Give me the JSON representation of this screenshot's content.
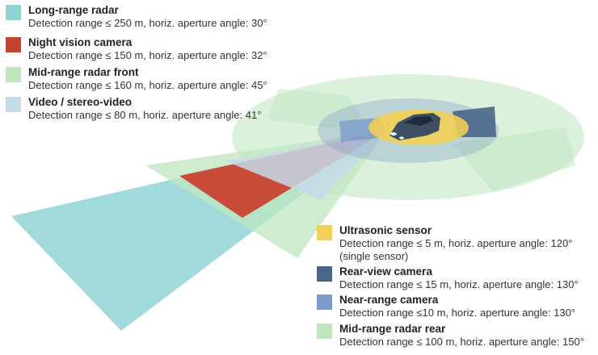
{
  "legend_left": [
    {
      "key": "long_range_radar",
      "title": "Long-range radar",
      "desc": "Detection range ≤ 250 m, horiz. aperture angle: 30°",
      "color": "#8fd3d3"
    },
    {
      "key": "night_vision_camera",
      "title": "Night vision camera",
      "desc": "Detection range ≤ 150 m, horiz. aperture angle: 32°",
      "color": "#c8432f"
    },
    {
      "key": "mid_range_radar_front",
      "title": "Mid-range radar front",
      "desc": "Detection range ≤ 160 m, horiz. aperture angle: 45°",
      "color": "#bfe5bf"
    },
    {
      "key": "video_stereo_video",
      "title": "Video / stereo-video",
      "desc": "Detection range ≤ 80 m, horiz. aperture angle: 41°",
      "color": "#c5dbe8"
    }
  ],
  "legend_right": [
    {
      "key": "ultrasonic_sensor",
      "title": "Ultrasonic sensor",
      "desc": "Detection range ≤ 5 m, horiz. aperture angle: 120°",
      "desc2": "(single sensor)",
      "color": "#f2cf55"
    },
    {
      "key": "rear_view_camera",
      "title": "Rear-view camera",
      "desc": "Detection range ≤ 15 m, horiz. aperture angle: 130°",
      "color": "#4a6689"
    },
    {
      "key": "near_range_camera",
      "title": "Near-range camera",
      "desc": "Detection range ≤10 m, horiz. aperture angle: 130°",
      "color": "#7d9bc8"
    },
    {
      "key": "mid_range_radar_rear",
      "title": "Mid-range radar rear",
      "desc": "Detection range ≤ 100 m, horiz. aperture angle: 150°",
      "color": "#bfe5bf"
    }
  ],
  "colors": {
    "car_body": "#3e4f63",
    "car_window": "#1f2b38",
    "headlight": "#e8f2f8"
  },
  "icons": {
    "vehicle": "car-icon"
  }
}
